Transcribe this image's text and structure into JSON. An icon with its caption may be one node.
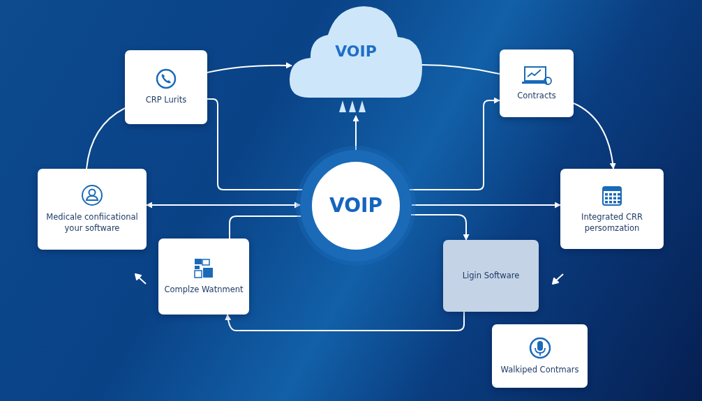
{
  "diagram": {
    "nodes": [
      {
        "text": [
          "VOIP"
        ]
      },
      {
        "text": [
          "CRP Lurits"
        ]
      },
      {
        "text": [
          "Contracts"
        ]
      },
      {
        "text": [
          "Medicale confiicational your software"
        ]
      },
      {
        "text": [
          "VOIP"
        ]
      },
      {
        "text": [
          "Integrated CRR persomzation"
        ]
      },
      {
        "text": [
          "Complze Watnment"
        ]
      },
      {
        "text": [
          "Ligin Software"
        ]
      },
      {
        "text": [
          "Walkiped Contmars"
        ]
      },
      {
        "text": [],
        "shape": "arrow"
      },
      {
        "text": [],
        "shape": "arrow"
      }
    ],
    "edges": [
      {
        "from": 1,
        "to": 0,
        "arrow": "to"
      },
      {
        "from": 0,
        "to": 2,
        "arrow": "none"
      },
      {
        "from": 1,
        "to": 4,
        "arrow": "none"
      },
      {
        "from": 4,
        "to": 2,
        "arrow": "to"
      },
      {
        "from": 4,
        "to": 0,
        "arrow": "to"
      },
      {
        "from": 3,
        "to": 1,
        "arrow": "none"
      },
      {
        "from": 2,
        "to": 5,
        "arrow": "to"
      },
      {
        "from": 3,
        "to": 4,
        "arrow": "both"
      },
      {
        "from": 4,
        "to": 5,
        "arrow": "to"
      },
      {
        "from": 4,
        "to": 7,
        "arrow": "to"
      },
      {
        "from": 6,
        "to": 4,
        "arrow": "none"
      },
      {
        "from": 7,
        "to": 6,
        "arrow": "to"
      }
    ]
  }
}
